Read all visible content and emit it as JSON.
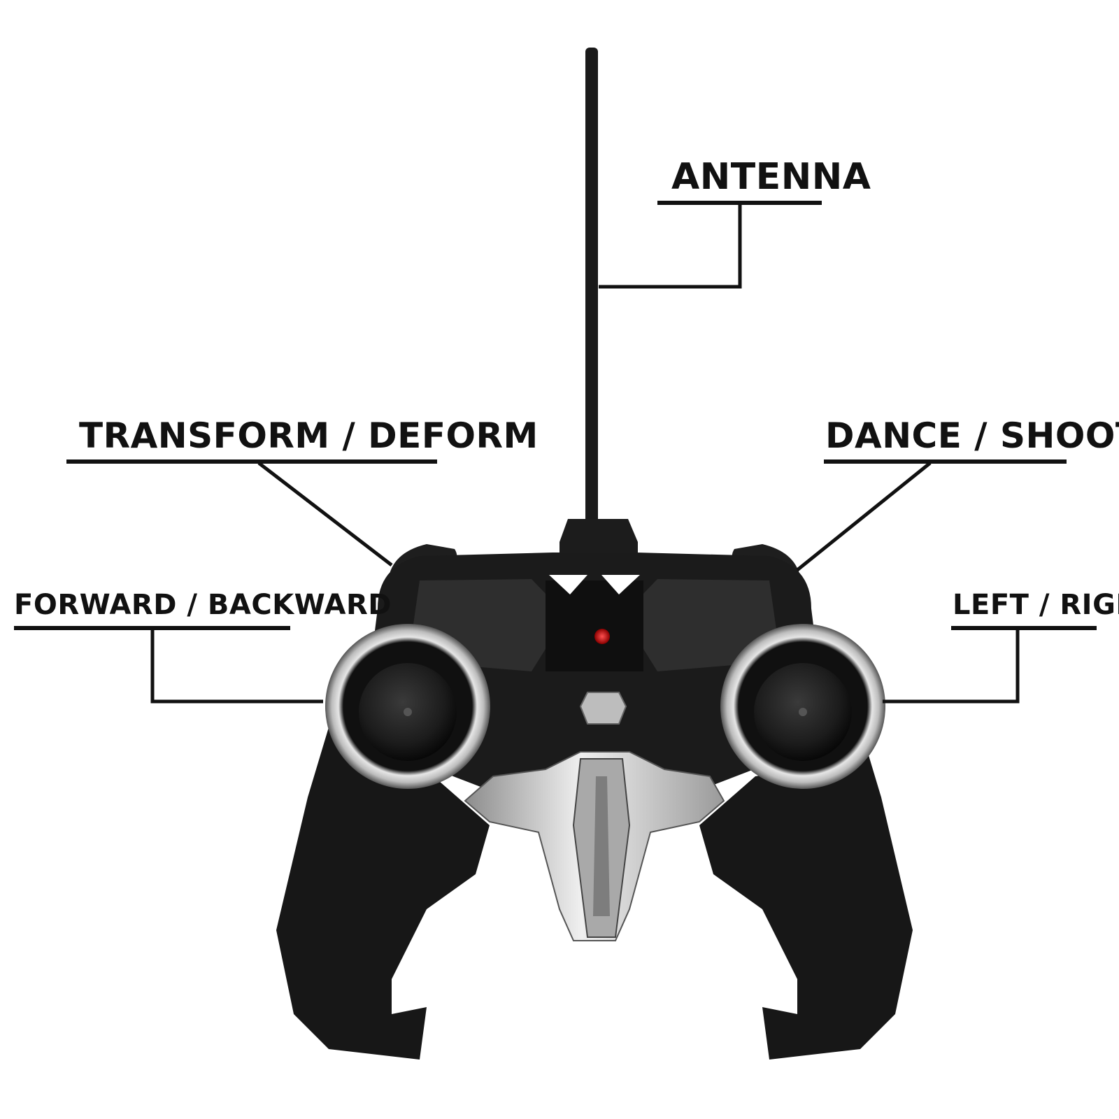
{
  "labels": {
    "antenna": "ANTENNA",
    "transform": "TRANSFORM / DEFORM",
    "dance": "DANCE / SHOOT*",
    "forward": "FORWARD / BACKWARD",
    "left_right": "LEFT / RIGHT"
  },
  "colors": {
    "body": "#151515",
    "panel": "#2a2a2a",
    "ring": "#c9c9c9",
    "silver": "#d8d8d8",
    "led": "#d01010",
    "ink": "#111111",
    "background": "#ffffff"
  }
}
